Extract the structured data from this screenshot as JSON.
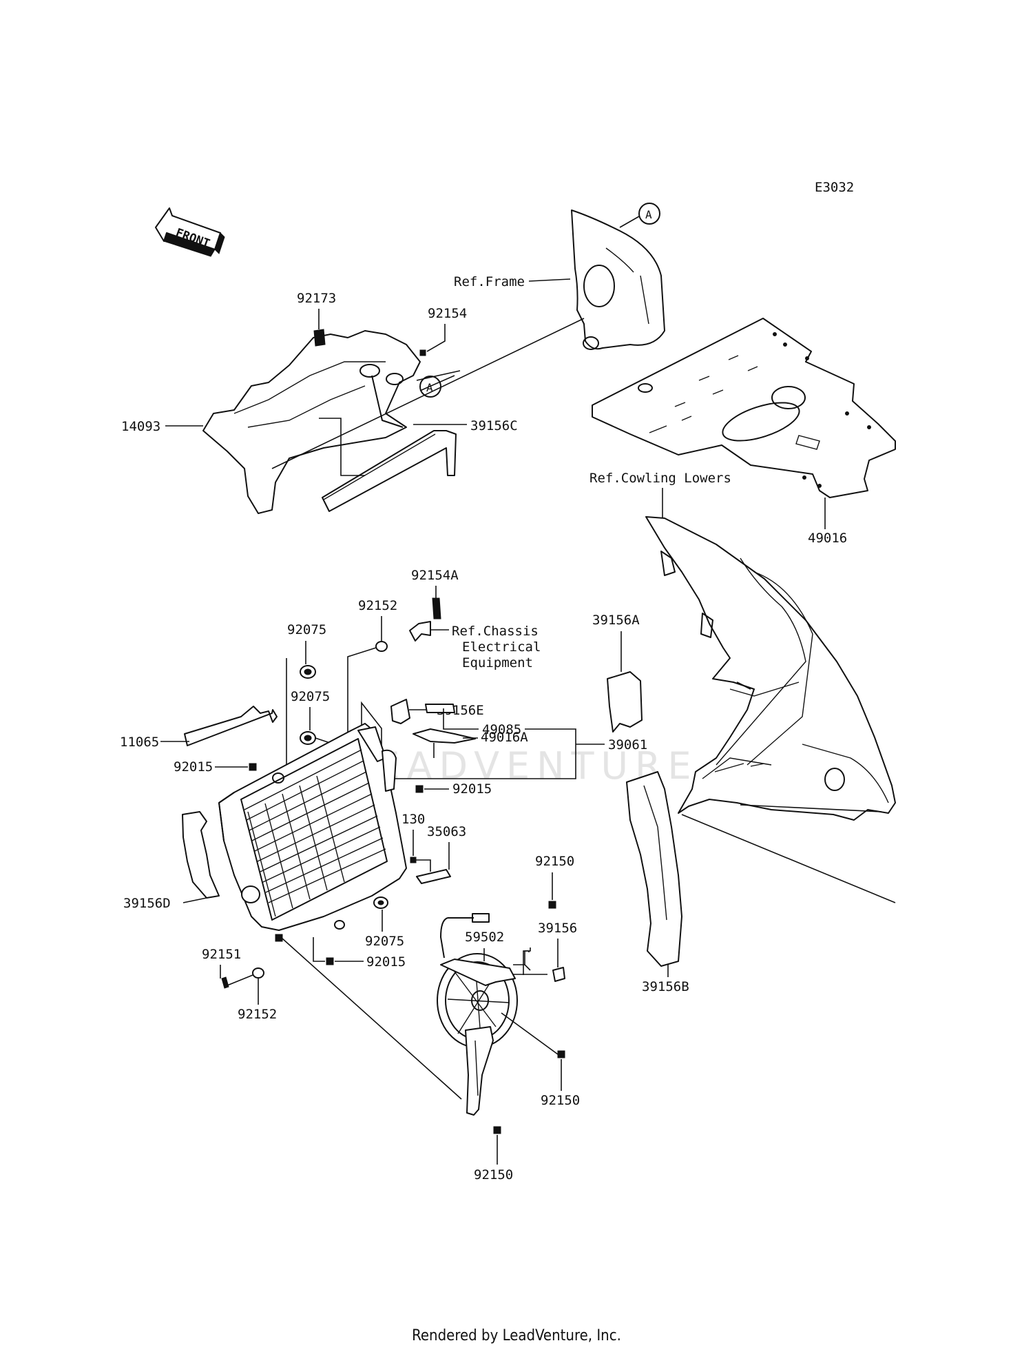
{
  "diagram_code": "E3032",
  "front_arrow": "FRONT",
  "footer": "Rendered by LeadVenture, Inc.",
  "watermark": "LEADVENTURE",
  "callout_a1": "A",
  "callout_a2": "A",
  "refs": {
    "frame": "Ref.Frame",
    "cowling": "Ref.Cowling Lowers",
    "chassis_1": "Ref.Chassis",
    "chassis_2": "Electrical",
    "chassis_3": "Equipment"
  },
  "parts": {
    "p92173": "92173",
    "p92154": "92154",
    "p14093": "14093",
    "p39156C": "39156C",
    "p49016": "49016",
    "p92154A": "92154A",
    "p92152a": "92152",
    "p92075a": "92075",
    "p92075b": "92075",
    "p39156A": "39156A",
    "p39156E": "39156E",
    "p49085": "49085",
    "p11065": "11065",
    "p49016A": "49016A",
    "p39061": "39061",
    "p92015a": "92015",
    "p92015b": "92015",
    "p130": "130",
    "p35063": "35063",
    "p39156D": "39156D",
    "p92150a": "92150",
    "p59502": "59502",
    "p39156": "39156",
    "p92075c": "92075",
    "p92151": "92151",
    "p92015c": "92015",
    "p92152b": "92152",
    "p39156B": "39156B",
    "p92150b": "92150",
    "p92150c": "92150"
  }
}
